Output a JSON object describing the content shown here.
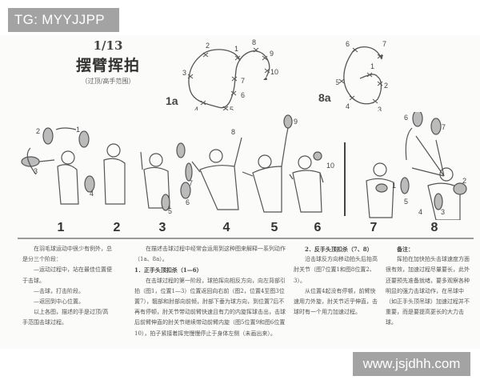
{
  "watermarks": {
    "top": "TG: MYYJJPP",
    "bottom": "www.jsjdhh.com"
  },
  "header": {
    "page_number": "1/13",
    "title": "摆臂挥拍",
    "subtitle": "（过顶/高手范围）"
  },
  "diagrams": {
    "diagram_1a": {
      "label": "1a",
      "points": [
        "1",
        "2",
        "3",
        "4",
        "5",
        "6",
        "7",
        "8",
        "9",
        "10"
      ]
    },
    "diagram_8a": {
      "label": "8a",
      "points": [
        "1",
        "2",
        "3",
        "4",
        "5",
        "6",
        "7"
      ]
    }
  },
  "figures": [
    {
      "number": "1",
      "callouts": [
        "1",
        "2",
        "3"
      ]
    },
    {
      "number": "2",
      "callouts": [
        "4"
      ]
    },
    {
      "number": "3",
      "callouts": [
        "5",
        "6",
        "7"
      ]
    },
    {
      "number": "4",
      "callouts": [
        "8"
      ]
    },
    {
      "number": "5",
      "callouts": [
        "9"
      ]
    },
    {
      "number": "6",
      "callouts": [
        "10"
      ]
    },
    {
      "number": "7",
      "callouts": [
        "1"
      ]
    },
    {
      "number": "8",
      "callouts": [
        "2",
        "3",
        "4",
        "5",
        "6",
        "7"
      ]
    }
  ],
  "columns": {
    "col1": [
      "在羽毛球运动中很少有例外，总是分三个阶段：",
      "—运动过程中，站在最佳位置便于击球。",
      "—击球，打击阶段。",
      "—返回到中心位置。",
      "以上各图，描述的手是过顶/高手范围击球过程。"
    ],
    "col2": {
      "intro": "在描述击球过程中经常会运用到这种图来解释一系列动作（1a、8a）。",
      "heading": "1．正手头顶扣杀（1—6）",
      "body": "在击球过程的第一阶段，球拍挥向相反方向，向左背部引拍（图1，位置1—3）位置返回向右前（图2，位置4至图3位置7），髋部和肘部向前倾，肘部下垂为球方向，到位置7后不再有停顿，肘关节带动前臂快速且有力的内旋挥球击出，击球后前臂伸直的肘关节继续带动前臂内旋（图5位置9和图6位置10），拍子紧接着挥完慢慢停止于身体左侧（未画出来）。"
    },
    "col3": {
      "heading": "2．反手头顶扣杀（7、8）",
      "body1": "沿击球反方向移动拍头后抬高肘关节（图7位置1和图8位置2、3）。",
      "body2": "从位置4起没有停顿，前臂快速用力外旋，肘关节近乎伸直，击球时有一个用力加速过程。"
    },
    "col4": {
      "heading": "备注：",
      "body": "挥拍在加快拍头击球速度方面很有效，加速过程尽量要长，此外还要预先准备就绪，要多观察各种明显的强力击球动作，在吊球中（如正手头顶吊球）加速过程并不重要，而是要提高更长的大力击球。"
    }
  }
}
